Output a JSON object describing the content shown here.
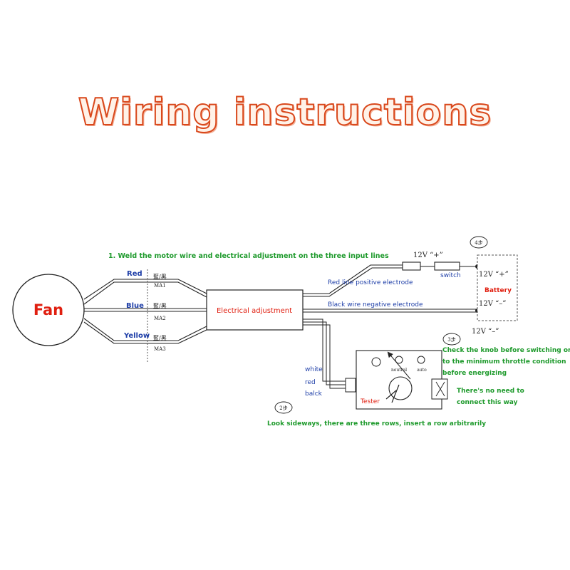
{
  "title": "Wiring instructions",
  "fan": "Fan",
  "step1": "1. Weld the motor wire and electrical adjustment on the three input lines",
  "wires": {
    "red": "Red",
    "blue": "Blue",
    "yellow": "Yellow",
    "code_red": "藍/黑",
    "code_blue": "藍/黑",
    "code_yellow": "藍/黑",
    "ma1": "MA1",
    "ma2": "MA2",
    "ma3": "MA3"
  },
  "esc": "Electrical adjustment",
  "red_line": "Red line positive electrode",
  "black_line": "Black wire negative electrode",
  "v12_plus_top": "12V “+”",
  "switch": "switch",
  "step4": "4步",
  "battery": {
    "plus": "12V “+”",
    "label": "Battery",
    "minus": "12V “–”"
  },
  "v12_minus_bottom": "12V “–”",
  "step3": "3步",
  "check_knob": [
    "Check the knob before switching on",
    "to the minimum throttle condition",
    "before energizing"
  ],
  "no_need": [
    "There's no need to",
    "connect this way"
  ],
  "tester": {
    "label": "Tester",
    "neutral": "neutral",
    "auto": "auto"
  },
  "servo_wires": [
    "white",
    "red",
    "balck"
  ],
  "step2": "2步",
  "step2_text": "Look sideways, there are three rows, insert a row arbitrarily",
  "colors": {
    "green": "#1e9a2c",
    "red": "#e01f10",
    "blue": "#1f3fa8",
    "line": "#222222",
    "title_stroke": "#d9481c"
  }
}
